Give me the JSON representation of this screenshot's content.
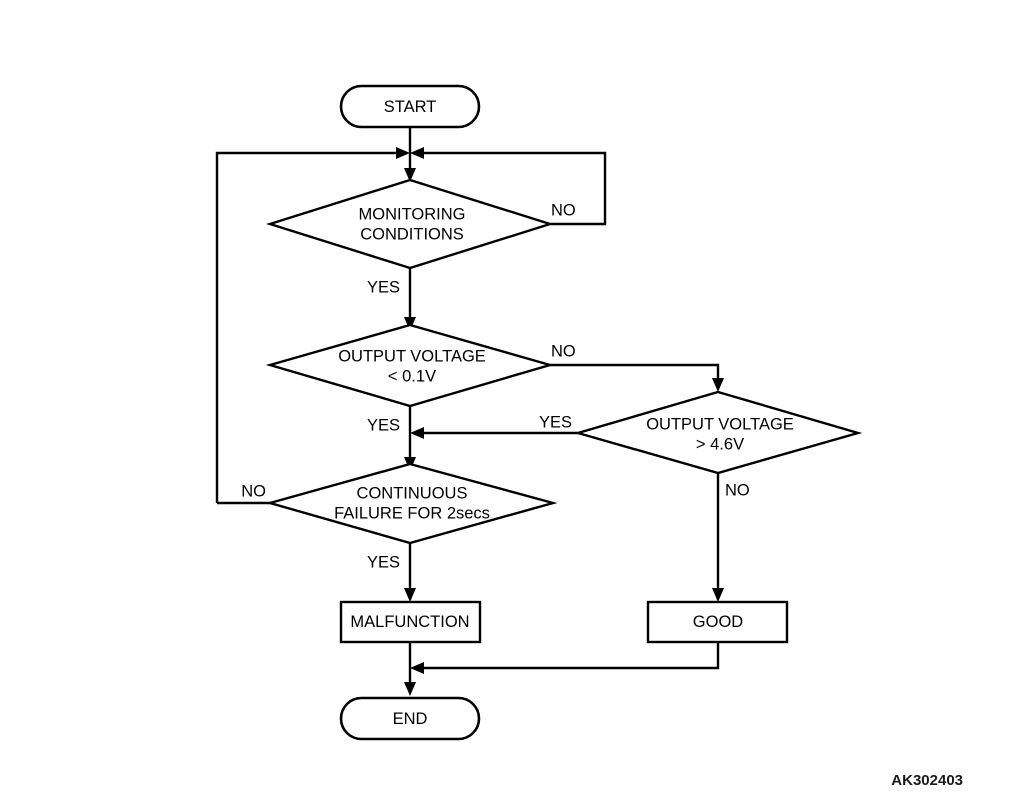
{
  "diagram": {
    "type": "flowchart",
    "title": "",
    "background_color": "#ffffff",
    "line_color": "#000000",
    "text_color": "#000000",
    "watermark": "AK302403",
    "nodes": {
      "start": {
        "label": "START",
        "shape": "terminal"
      },
      "monitoring": {
        "label_line1": "MONITORING",
        "label_line2": "CONDITIONS",
        "shape": "decision"
      },
      "output_low": {
        "label_line1": "OUTPUT VOLTAGE",
        "label_line2": "< 0.1V",
        "shape": "decision"
      },
      "output_high": {
        "label_line1": "OUTPUT VOLTAGE",
        "label_line2": "> 4.6V",
        "shape": "decision"
      },
      "continuous": {
        "label_line1": "CONTINUOUS",
        "label_line2": "FAILURE FOR 2secs",
        "shape": "decision"
      },
      "malfunction": {
        "label": "MALFUNCTION",
        "shape": "process"
      },
      "good": {
        "label": "GOOD",
        "shape": "process"
      },
      "end": {
        "label": "END",
        "shape": "terminal"
      }
    },
    "edge_labels": {
      "monitoring_no": "NO",
      "monitoring_yes": "YES",
      "output_low_no": "NO",
      "output_low_yes": "YES",
      "output_high_yes": "YES",
      "output_high_no": "NO",
      "continuous_no": "NO",
      "continuous_yes": "YES"
    }
  }
}
